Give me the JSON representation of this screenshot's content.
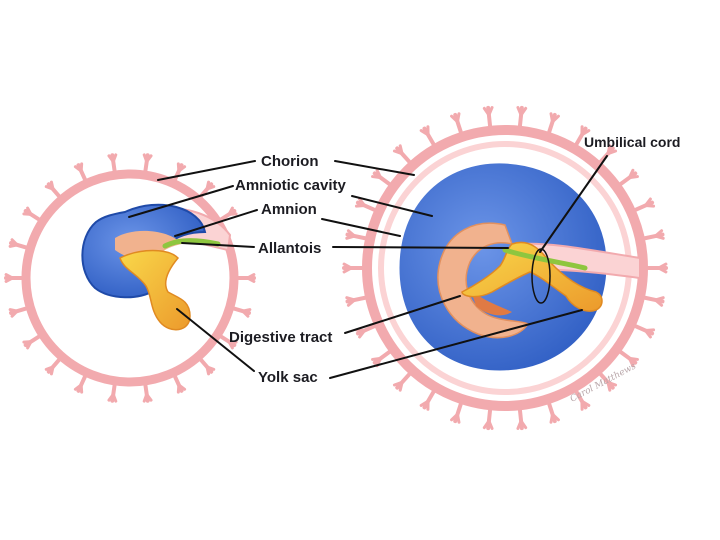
{
  "labels": {
    "chorion": "Chorion",
    "amniotic_cavity": "Amniotic cavity",
    "amnion": "Amnion",
    "allantois": "Allantois",
    "digestive_tract": "Digestive tract",
    "yolk_sac": "Yolk sac",
    "umbilical_cord": "Umbilical cord"
  },
  "signature": "Carol Matthews",
  "colors": {
    "chorion_pink": "#f2aaae",
    "chorion_light": "#fbd3d4",
    "amniotic_blue": "#2d5cc2",
    "amniotic_light": "#6c95e8",
    "yolk_yellow": "#f6c52a",
    "yolk_orange": "#ec9a2c",
    "allantois_green": "#8ec63f",
    "embryo_peach": "#f1b28e",
    "leader_black": "#111111"
  }
}
